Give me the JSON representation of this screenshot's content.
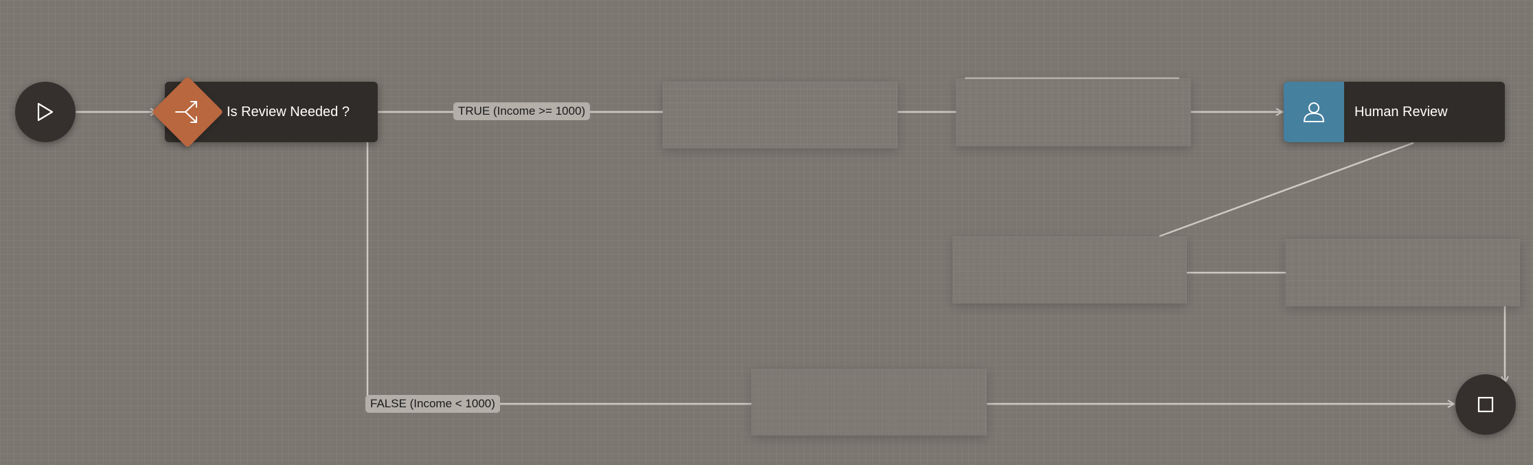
{
  "nodes": {
    "start": {
      "icon": "play-icon"
    },
    "gateway": {
      "label": "Is Review Needed ?",
      "icon": "split-icon",
      "color": "#b8673f"
    },
    "human_review": {
      "label": "Human Review",
      "icon": "user-icon",
      "color": "#45809f"
    },
    "end": {
      "icon": "stop-icon"
    }
  },
  "edges": {
    "true_label": "TRUE (Income >= 1000)",
    "false_label": "FALSE (Income < 1000)"
  },
  "colors": {
    "canvas": "#7b7670",
    "node": "#302c29",
    "edge": "#cfcac4"
  }
}
